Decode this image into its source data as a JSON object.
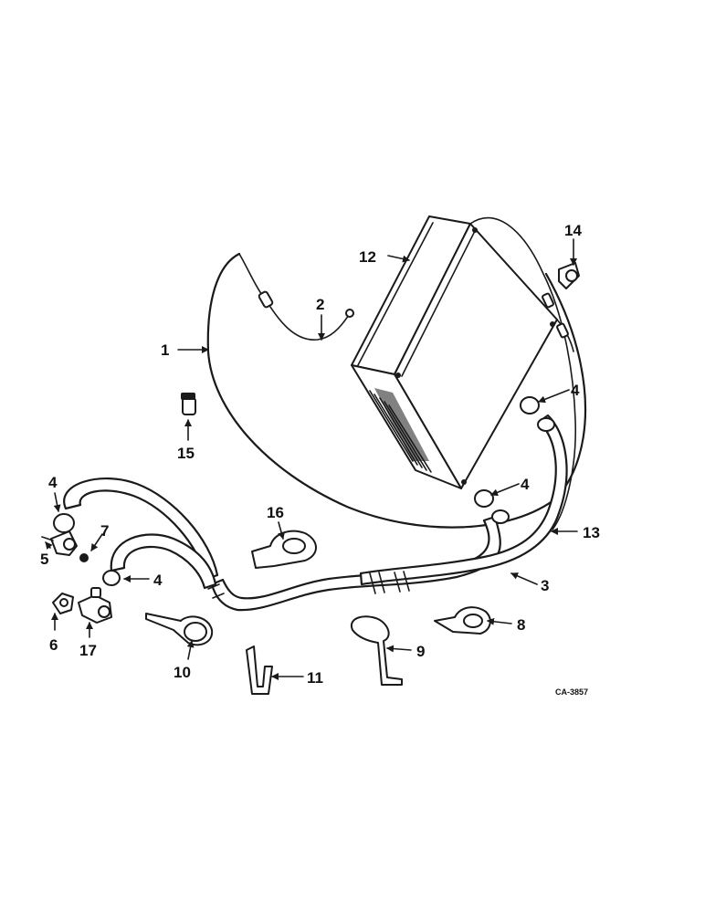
{
  "diagram": {
    "labels": {
      "p1": "1",
      "p2": "2",
      "p3": "3",
      "p4a": "4",
      "p4b": "4",
      "p4c": "4",
      "p4d": "4",
      "p5": "5",
      "p6": "6",
      "p7": "7",
      "p8": "8",
      "p9": "9",
      "p10": "10",
      "p11": "11",
      "p12": "12",
      "p13": "13",
      "p14": "14",
      "p15": "15",
      "p16": "16",
      "p17": "17"
    },
    "drawing_code": "CA-3857"
  }
}
